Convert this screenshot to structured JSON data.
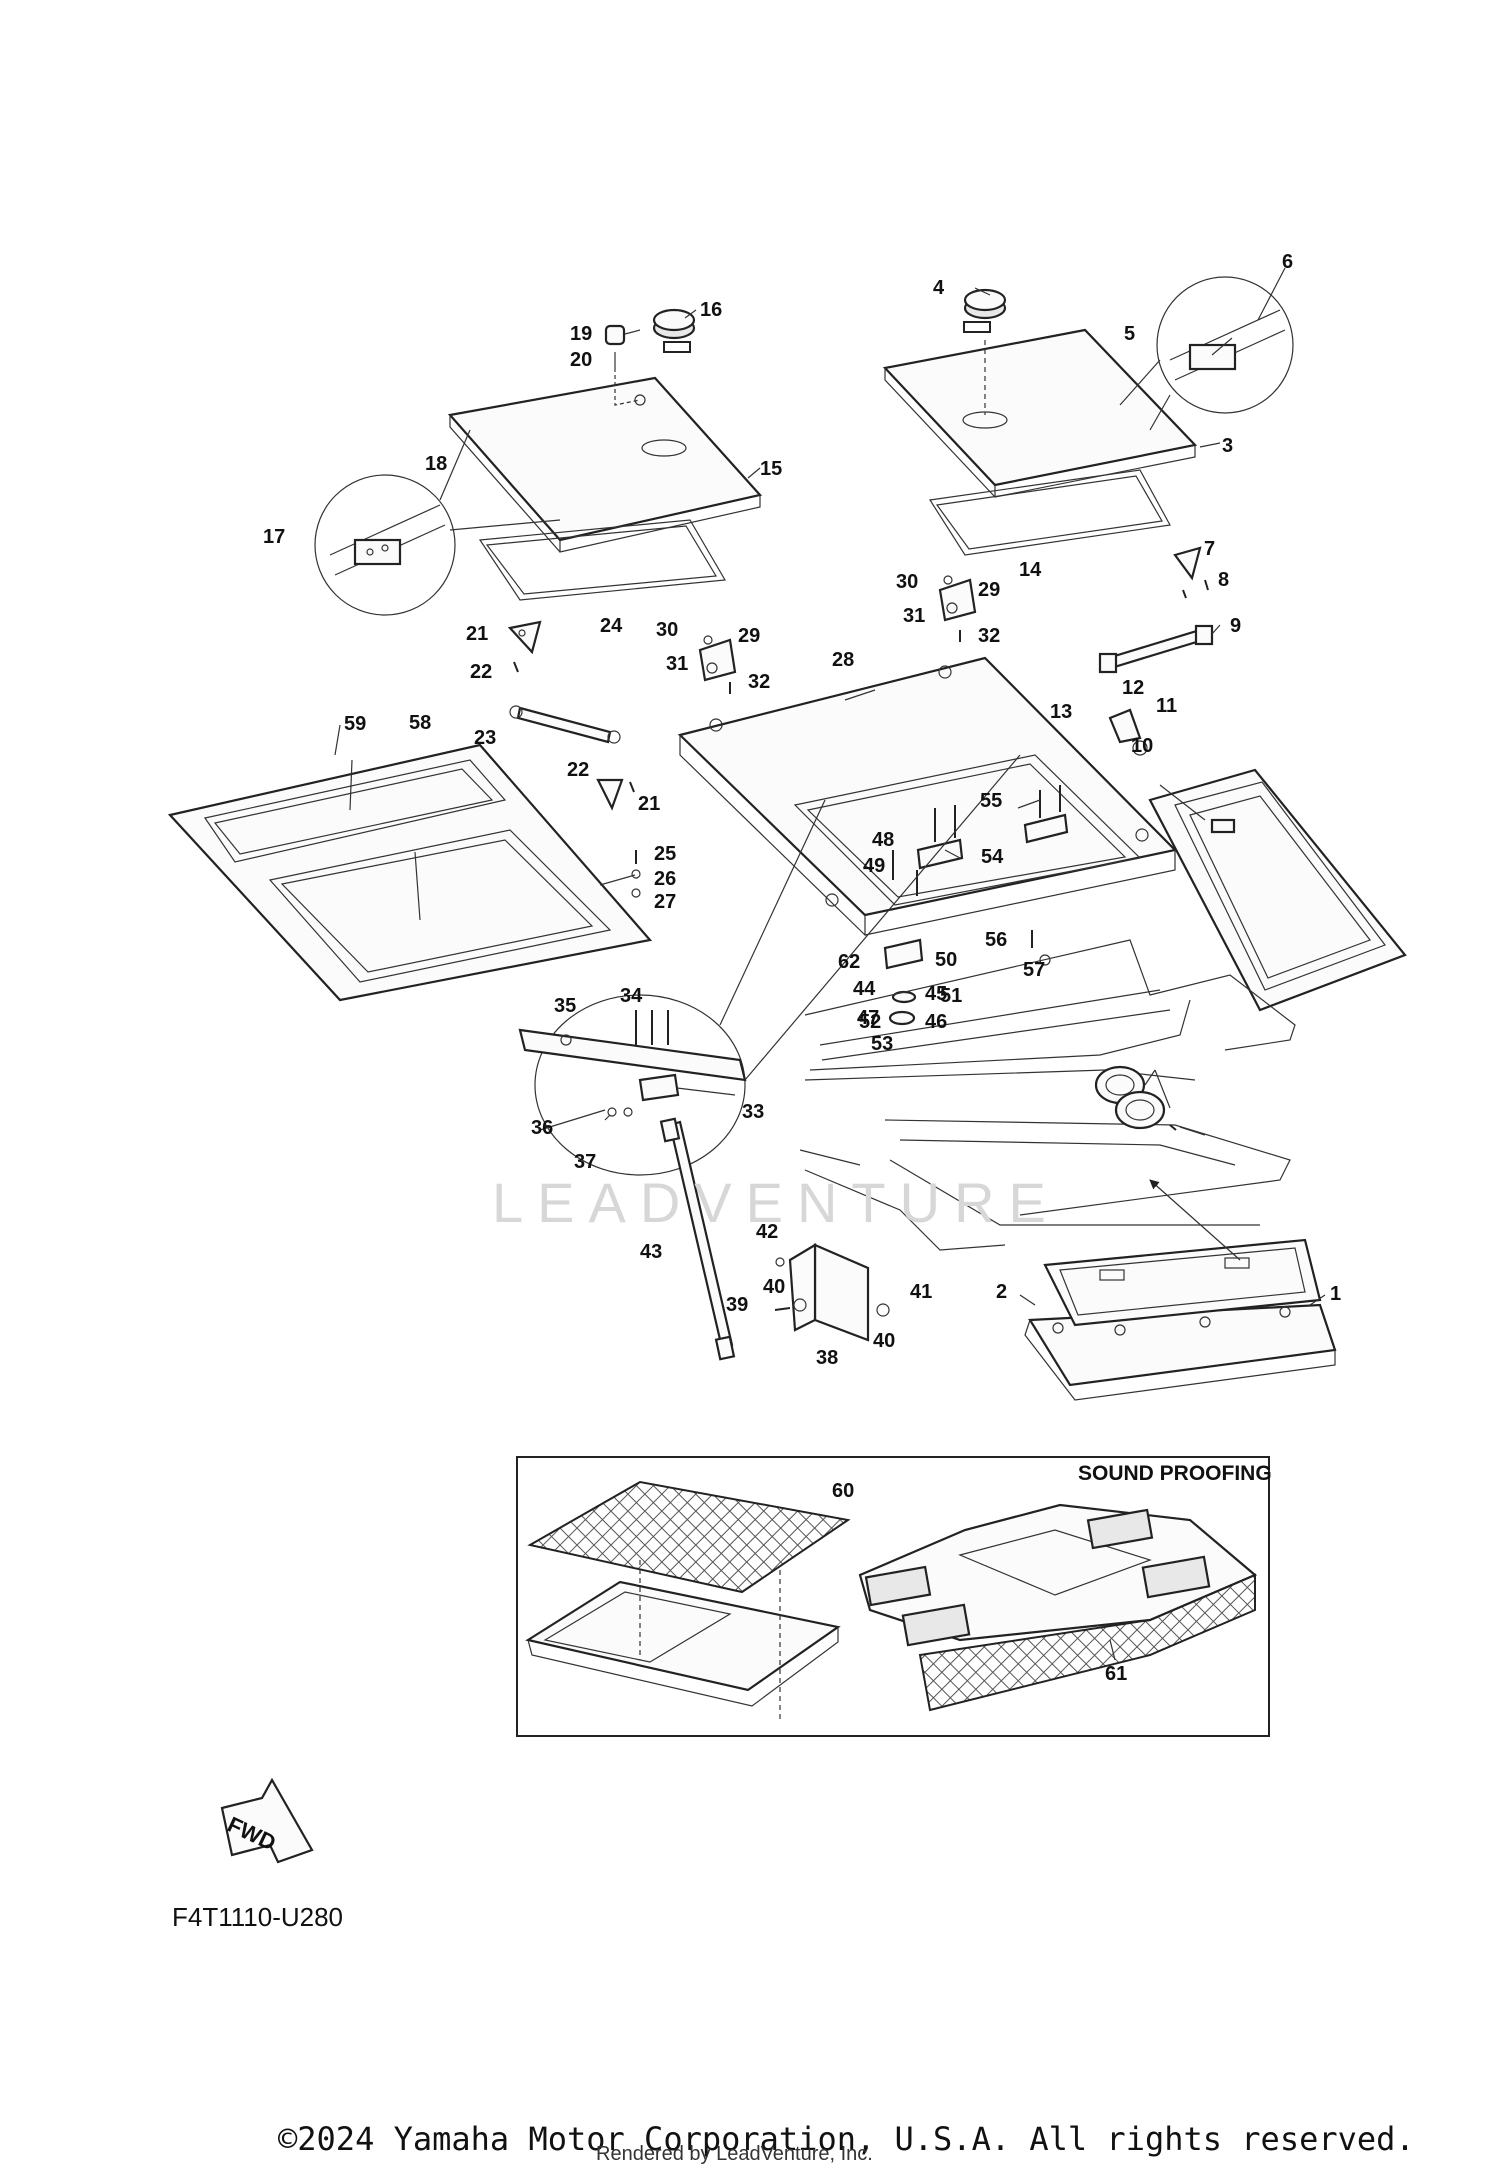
{
  "diagram_code": "F4T1110-U280",
  "inset_title": "SOUND PROOFING",
  "fwd_label": "FWD",
  "watermark": "LEADVENTURE",
  "copyright": "©2024 Yamaha Motor Corporation, U.S.A. All rights reserved.",
  "rendered_by": "Rendered by LeadVenture, Inc.",
  "callouts": [
    "1",
    "2",
    "3",
    "4",
    "5",
    "6",
    "7",
    "8",
    "9",
    "10",
    "11",
    "12",
    "13",
    "14",
    "15",
    "16",
    "17",
    "18",
    "19",
    "20",
    "21",
    "21",
    "22",
    "22",
    "23",
    "24",
    "25",
    "26",
    "27",
    "28",
    "29",
    "29",
    "30",
    "30",
    "31",
    "31",
    "32",
    "32",
    "33",
    "34",
    "35",
    "36",
    "37",
    "38",
    "39",
    "40",
    "40",
    "41",
    "42",
    "43",
    "44",
    "45",
    "46",
    "47",
    "48",
    "49",
    "50",
    "51",
    "52",
    "53",
    "54",
    "55",
    "56",
    "57",
    "58",
    "59",
    "60",
    "61",
    "62"
  ]
}
